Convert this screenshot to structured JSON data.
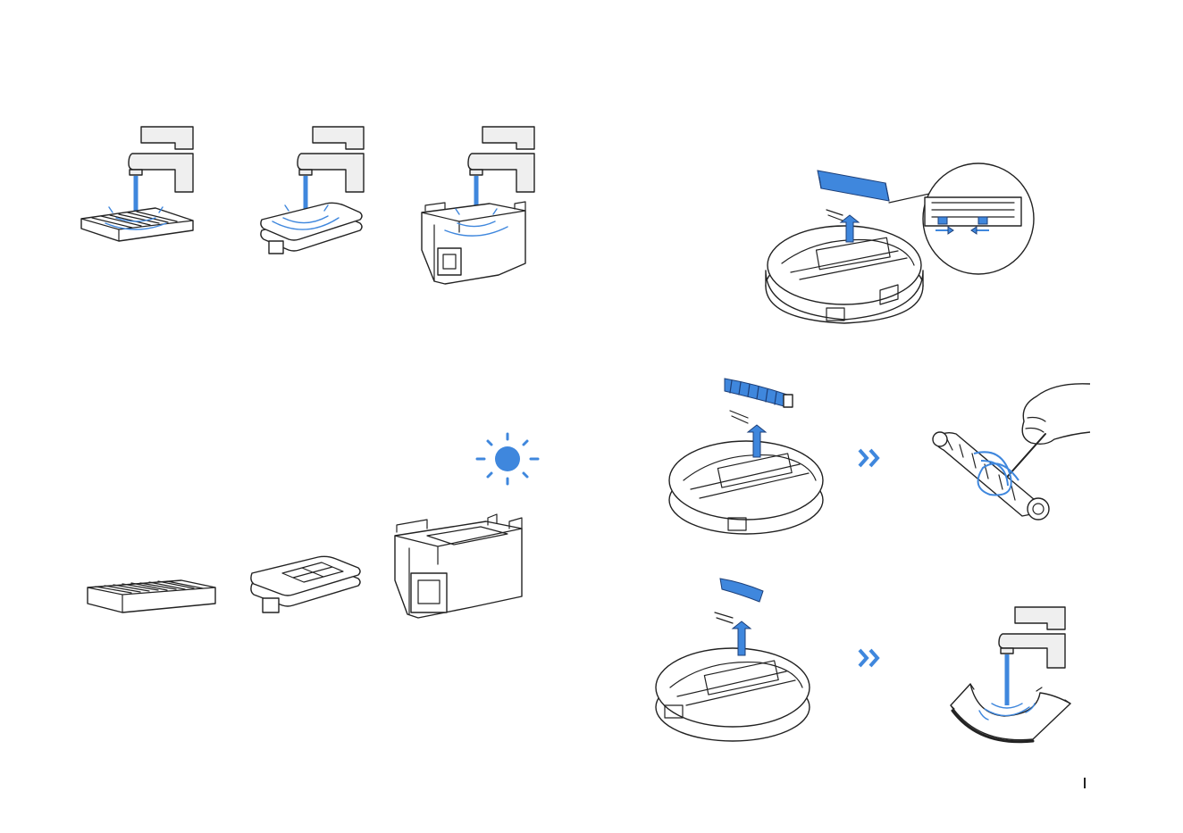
{
  "colors": {
    "accent": "#3f87dd",
    "line": "#222222",
    "tap_fill": "#efefef"
  },
  "left_page": {
    "wash_row": [
      "filter-under-tap",
      "sponge-filter-under-tap",
      "dust-bin-under-tap"
    ],
    "dry_row": [
      "dry-filter",
      "dry-sponge-filter",
      "dry-dust-bin"
    ],
    "sun_icon": "sun-icon"
  },
  "right_page": {
    "step_1": "remove-brush-guard",
    "step_2": "remove-main-brush-and-cut-hair",
    "step_3": "remove-brush-cover-and-rinse",
    "arrow_icon": "double-chevron-right-icon"
  },
  "page_mark": "page-number-mark"
}
